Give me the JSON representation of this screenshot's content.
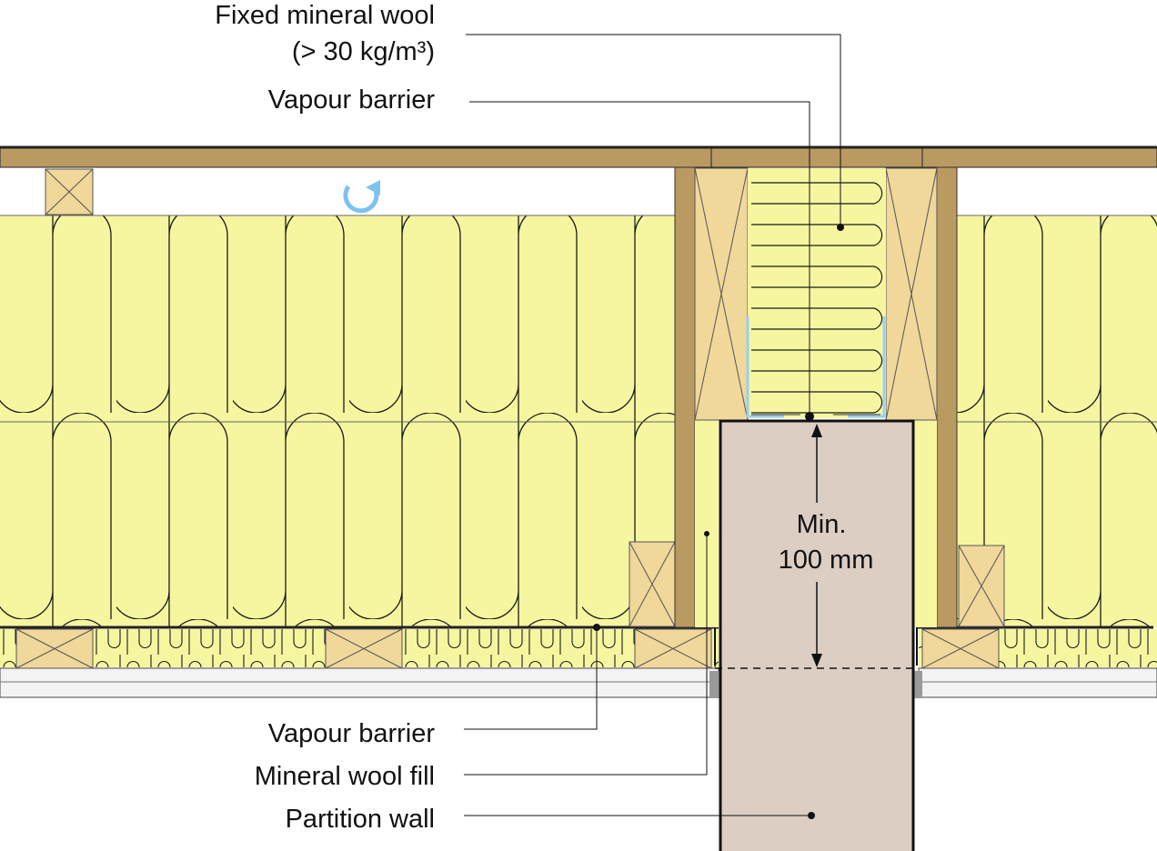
{
  "labels": {
    "fixed_mineral_wool": "Fixed mineral wool",
    "fixed_mineral_wool_density": "(> 30 kg/m³)",
    "vapour_barrier_top": "Vapour barrier",
    "vapour_barrier_bottom": "Vapour barrier",
    "mineral_wool_fill": "Mineral wool fill",
    "partition_wall": "Partition wall",
    "dimension_line1": "Min.",
    "dimension_line2": "100 mm"
  },
  "icons": [
    "rotate-arrow-icon"
  ],
  "colors": {
    "insulation": "#f6f6a0",
    "timber": "#f0d79a",
    "timber_edge": "#b99a61",
    "joist": "#b99a61",
    "partition": "#dccec3",
    "rotate_icon": "#7cc4ee",
    "leader": "#111111"
  }
}
